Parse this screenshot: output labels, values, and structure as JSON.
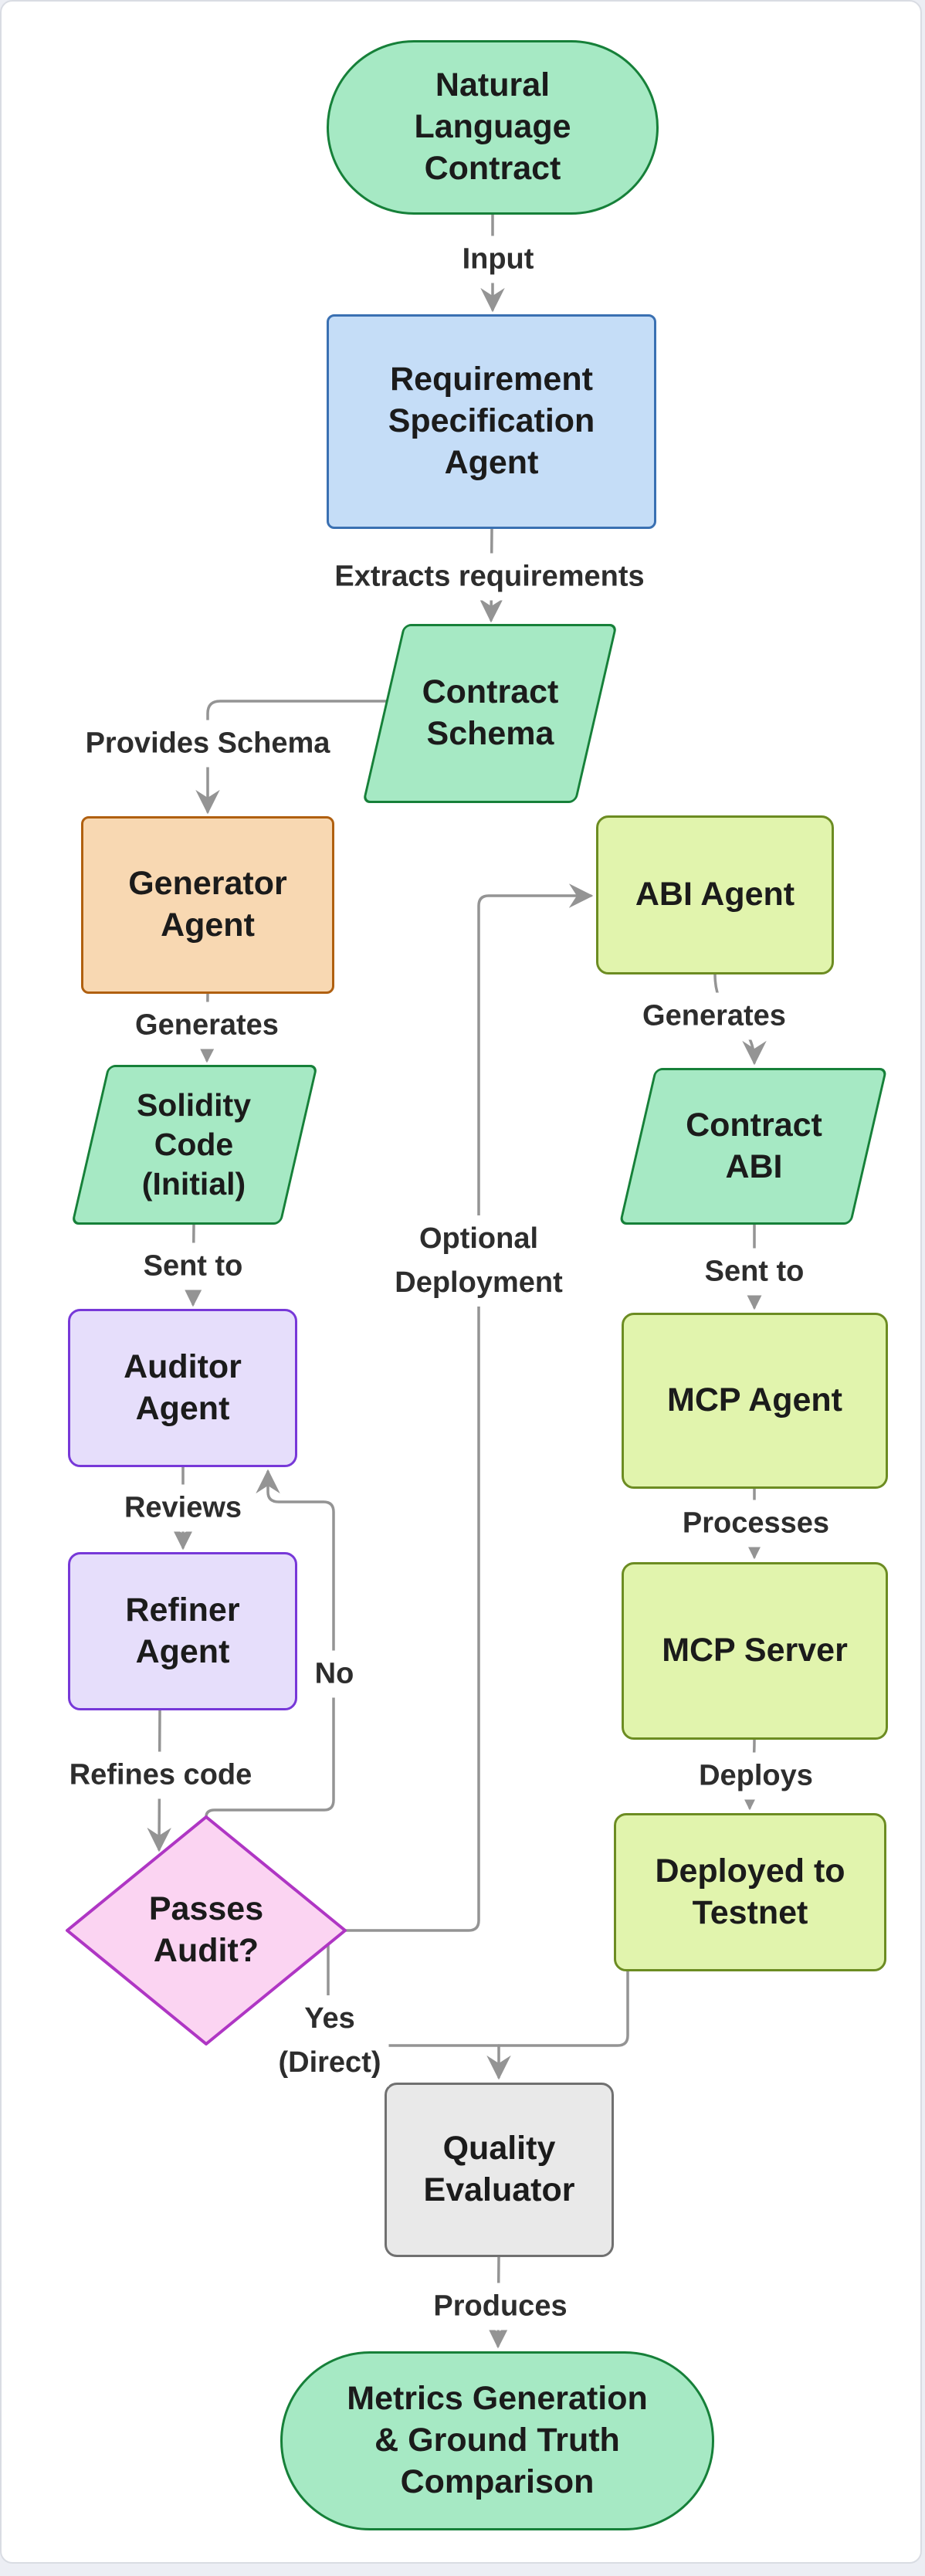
{
  "colors": {
    "page_background": "#eceef4",
    "card_background": "#ffffff",
    "edge_line": "#949494",
    "edge_label_text": "#2d2d2d",
    "node_text": "#1b1b1b",
    "green_fill": "#a6e9c4",
    "green_border": "#168039",
    "blue_fill": "#c5ddf7",
    "blue_border": "#3a70b2",
    "orange_fill": "#f8d8b2",
    "orange_border": "#b06010",
    "purple_fill": "#e6defb",
    "purple_border": "#7738d8",
    "lightgreen_fill": "#e1f4ad",
    "lightgreen_border": "#6c8c22",
    "pink_fill": "#fbd4f2",
    "pink_border": "#af36c4",
    "gray_fill": "#e9e9e9",
    "gray_border": "#707070"
  },
  "diagram": {
    "nodes": {
      "natural_language_contract": {
        "label": [
          "Natural",
          "Language",
          "Contract"
        ],
        "shape": "stadium",
        "palette": "green"
      },
      "requirement_spec_agent": {
        "label": [
          "Requirement",
          "Specification",
          "Agent"
        ],
        "shape": "rect",
        "palette": "blue"
      },
      "contract_schema": {
        "label": [
          "Contract",
          "Schema"
        ],
        "shape": "parallelogram",
        "palette": "green"
      },
      "generator_agent": {
        "label": [
          "Generator",
          "Agent"
        ],
        "shape": "rect",
        "palette": "orange"
      },
      "solidity_code": {
        "label": [
          "Solidity",
          "Code",
          "(Initial)"
        ],
        "shape": "parallelogram",
        "palette": "green"
      },
      "auditor_agent": {
        "label": [
          "Auditor",
          "Agent"
        ],
        "shape": "rounded",
        "palette": "purple"
      },
      "refiner_agent": {
        "label": [
          "Refiner",
          "Agent"
        ],
        "shape": "rounded",
        "palette": "purple"
      },
      "passes_audit": {
        "label": [
          "Passes",
          "Audit?"
        ],
        "shape": "diamond",
        "palette": "pink"
      },
      "abi_agent": {
        "label": "ABI Agent",
        "shape": "rounded",
        "palette": "lightgreen"
      },
      "contract_abi": {
        "label": [
          "Contract",
          "ABI"
        ],
        "shape": "parallelogram",
        "palette": "green"
      },
      "mcp_agent": {
        "label": "MCP Agent",
        "shape": "rounded",
        "palette": "lightgreen"
      },
      "mcp_server": {
        "label": "MCP Server",
        "shape": "rounded",
        "palette": "lightgreen"
      },
      "deployed_testnet": {
        "label": [
          "Deployed to",
          "Testnet"
        ],
        "shape": "rounded",
        "palette": "lightgreen"
      },
      "quality_evaluator": {
        "label": [
          "Quality",
          "Evaluator"
        ],
        "shape": "rounded",
        "palette": "gray"
      },
      "metrics_generation": {
        "label": [
          "Metrics Generation",
          "& Ground Truth",
          "Comparison"
        ],
        "shape": "stadium",
        "palette": "green"
      }
    },
    "edge_labels": {
      "input": "Input",
      "extracts_requirements": "Extracts requirements",
      "provides_schema": "Provides Schema",
      "generates_left": "Generates",
      "sent_to_left": "Sent to",
      "reviews": "Reviews",
      "refines_code": "Refines code",
      "no": "No",
      "yes_direct": [
        "Yes",
        "(Direct)"
      ],
      "optional_deployment": [
        "Optional",
        "Deployment"
      ],
      "generates_right": "Generates",
      "sent_to_right": "Sent to",
      "processes": "Processes",
      "deploys": "Deploys",
      "produces": "Produces"
    }
  }
}
